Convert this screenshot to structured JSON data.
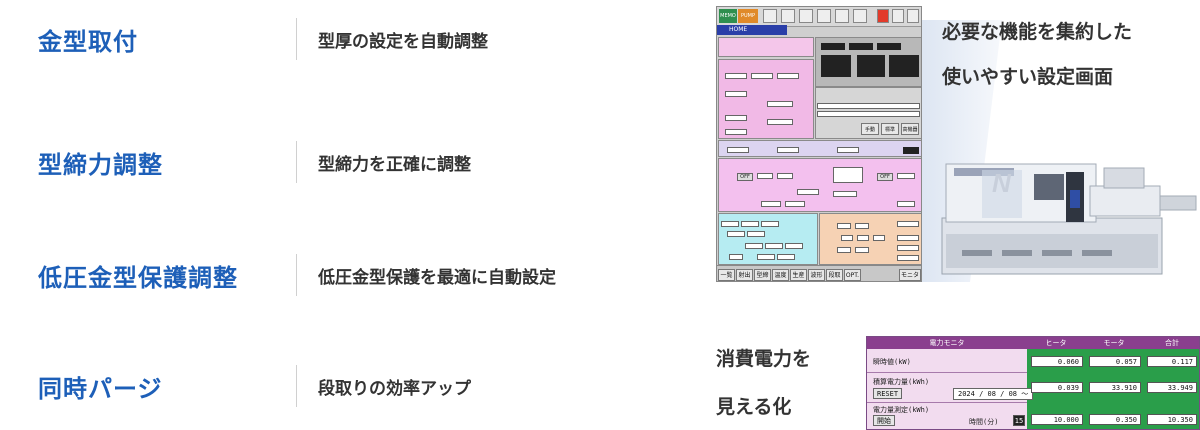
{
  "features": [
    {
      "title": "金型取付",
      "desc": "型厚の設定を自動調整"
    },
    {
      "title": "型締力調整",
      "desc": "型締力を正確に調整"
    },
    {
      "title": "低圧金型保護調整",
      "desc": "低圧金型保護を最適に自動設定"
    },
    {
      "title": "同時パージ",
      "desc": "段取りの効率アップ"
    }
  ],
  "headline": {
    "line1": "必要な機能を集約した",
    "line2": "使いやすい設定画面"
  },
  "power_label": {
    "line1": "消費電力を",
    "line2": "見える化"
  },
  "hmi": {
    "home": "HOME",
    "mode1": "MEMO",
    "mode2": "PUMP",
    "bottom_tabs": [
      "一覧",
      "射出",
      "型締",
      "温度",
      "生産",
      "波形",
      "段取",
      "OPT.",
      "モニタ"
    ],
    "buttons": [
      "手動",
      "標準",
      "高機器"
    ],
    "off1": "OFF",
    "off2": "OFF"
  },
  "power_monitor": {
    "title": "電力モニタ",
    "col_headers": [
      "ヒータ",
      "モータ",
      "合計"
    ],
    "instant_label": "瞬時値(kW)",
    "instant_values": [
      "0.060",
      "0.057",
      "0.117"
    ],
    "integrated_label": "積算電力量(kWh)",
    "reset_label": "RESET",
    "date": "2024 / 08 / 08 〜",
    "integrated_values": [
      "0.039",
      "33.910",
      "33.949"
    ],
    "measure_label": "電力量測定(kWh)",
    "start_label": "開始",
    "time_label": "時間(分)",
    "time_value": "15",
    "measure_values": [
      "10.000",
      "0.350",
      "10.350"
    ]
  }
}
